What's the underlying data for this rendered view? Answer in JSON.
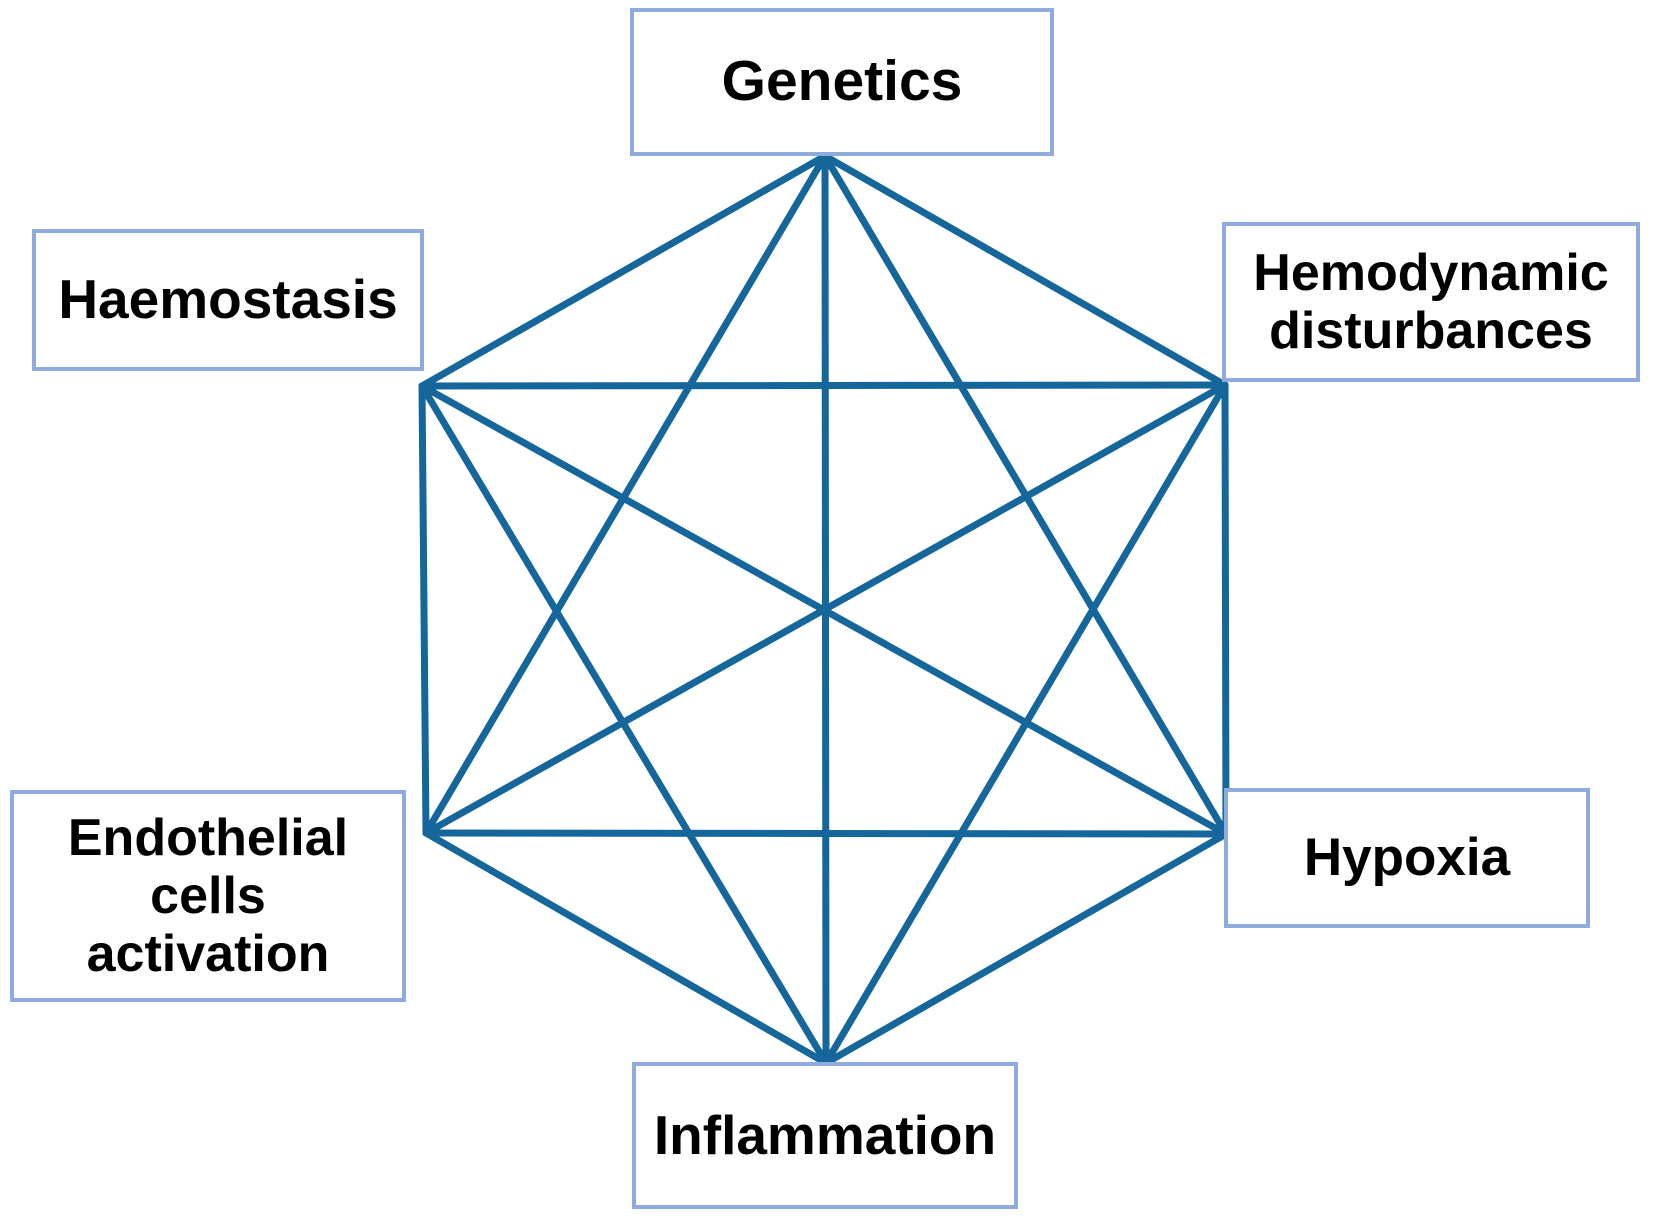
{
  "diagram": {
    "type": "network-graph",
    "title": "",
    "shape": "complete-hexagon",
    "node_count": 6,
    "edge_count": 15,
    "colors": {
      "edge_line": "#14669B",
      "node_border": "#8FAADC",
      "node_fill": "#FFFFFF",
      "node_text": "#000000",
      "background": "#FFFFFF"
    },
    "nodes": [
      {
        "id": "genetics",
        "label": "Genetics",
        "vertex": [
          825,
          156
        ]
      },
      {
        "id": "hemodynamic",
        "label": "Hemodynamic\ndisturbances",
        "vertex": [
          1225,
          385
        ]
      },
      {
        "id": "hypoxia",
        "label": "Hypoxia",
        "vertex": [
          1226,
          834
        ]
      },
      {
        "id": "inflammation",
        "label": "Inflammation",
        "vertex": [
          826,
          1063
        ]
      },
      {
        "id": "endothelial",
        "label": "Endothelial\ncells\nactivation",
        "vertex": [
          426,
          833
        ]
      },
      {
        "id": "haemostasis",
        "label": "Haemostasis",
        "vertex": [
          422,
          386
        ]
      }
    ],
    "edges": [
      [
        "genetics",
        "hemodynamic"
      ],
      [
        "genetics",
        "hypoxia"
      ],
      [
        "genetics",
        "inflammation"
      ],
      [
        "genetics",
        "endothelial"
      ],
      [
        "genetics",
        "haemostasis"
      ],
      [
        "hemodynamic",
        "hypoxia"
      ],
      [
        "hemodynamic",
        "inflammation"
      ],
      [
        "hemodynamic",
        "endothelial"
      ],
      [
        "hemodynamic",
        "haemostasis"
      ],
      [
        "hypoxia",
        "inflammation"
      ],
      [
        "hypoxia",
        "endothelial"
      ],
      [
        "hypoxia",
        "haemostasis"
      ],
      [
        "inflammation",
        "endothelial"
      ],
      [
        "inflammation",
        "haemostasis"
      ],
      [
        "endothelial",
        "haemostasis"
      ]
    ]
  }
}
